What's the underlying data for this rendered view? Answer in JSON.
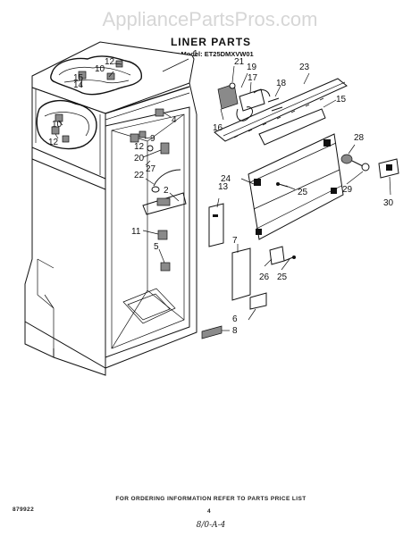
{
  "watermark": "AppliancePartsPros.com",
  "title": "LINER PARTS",
  "model_line": "For Model: ET25DMXVW01",
  "callouts": {
    "c1": "1",
    "c2": "2",
    "c3": "4",
    "c4": "5",
    "c5": "6",
    "c6": "7",
    "c7": "8",
    "c8": "9",
    "c9": "10",
    "c10": "10",
    "c11": "11",
    "c12": "12",
    "c13": "12",
    "c14": "12",
    "c15": "13",
    "c16": "14",
    "c17": "15",
    "c18": "15",
    "c19": "16",
    "c20": "17",
    "c21": "18",
    "c22": "19",
    "c23": "20",
    "c24": "21",
    "c25": "22",
    "c26": "23",
    "c27": "24",
    "c28": "25",
    "c29": "25",
    "c30": "26",
    "c31": "27",
    "c32": "28",
    "c33": "29",
    "c34": "30"
  },
  "footer_note": "FOR ORDERING INFORMATION REFER TO PARTS PRICE LIST",
  "doc_code": "879922",
  "page_number": "4",
  "handwritten_note": "8/0-A-4"
}
